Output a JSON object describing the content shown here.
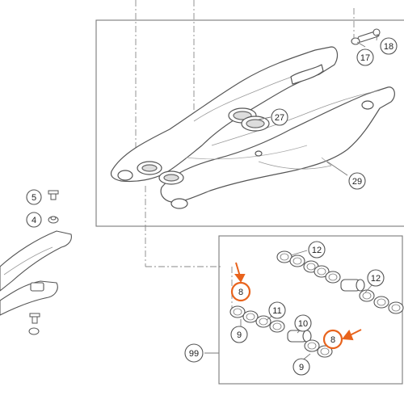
{
  "callouts": {
    "c4": "4",
    "c5": "5",
    "c8a": "8",
    "c8b": "8",
    "c9a": "9",
    "c9b": "9",
    "c10": "10",
    "c11": "11",
    "c12a": "12",
    "c12b": "12",
    "c17": "17",
    "c18": "18",
    "c27": "27",
    "c29": "29",
    "c99": "99"
  },
  "colors": {
    "line": "#555555",
    "light_line": "#9a9a9a",
    "highlight": "#e8631c",
    "paper": "#ffffff"
  }
}
